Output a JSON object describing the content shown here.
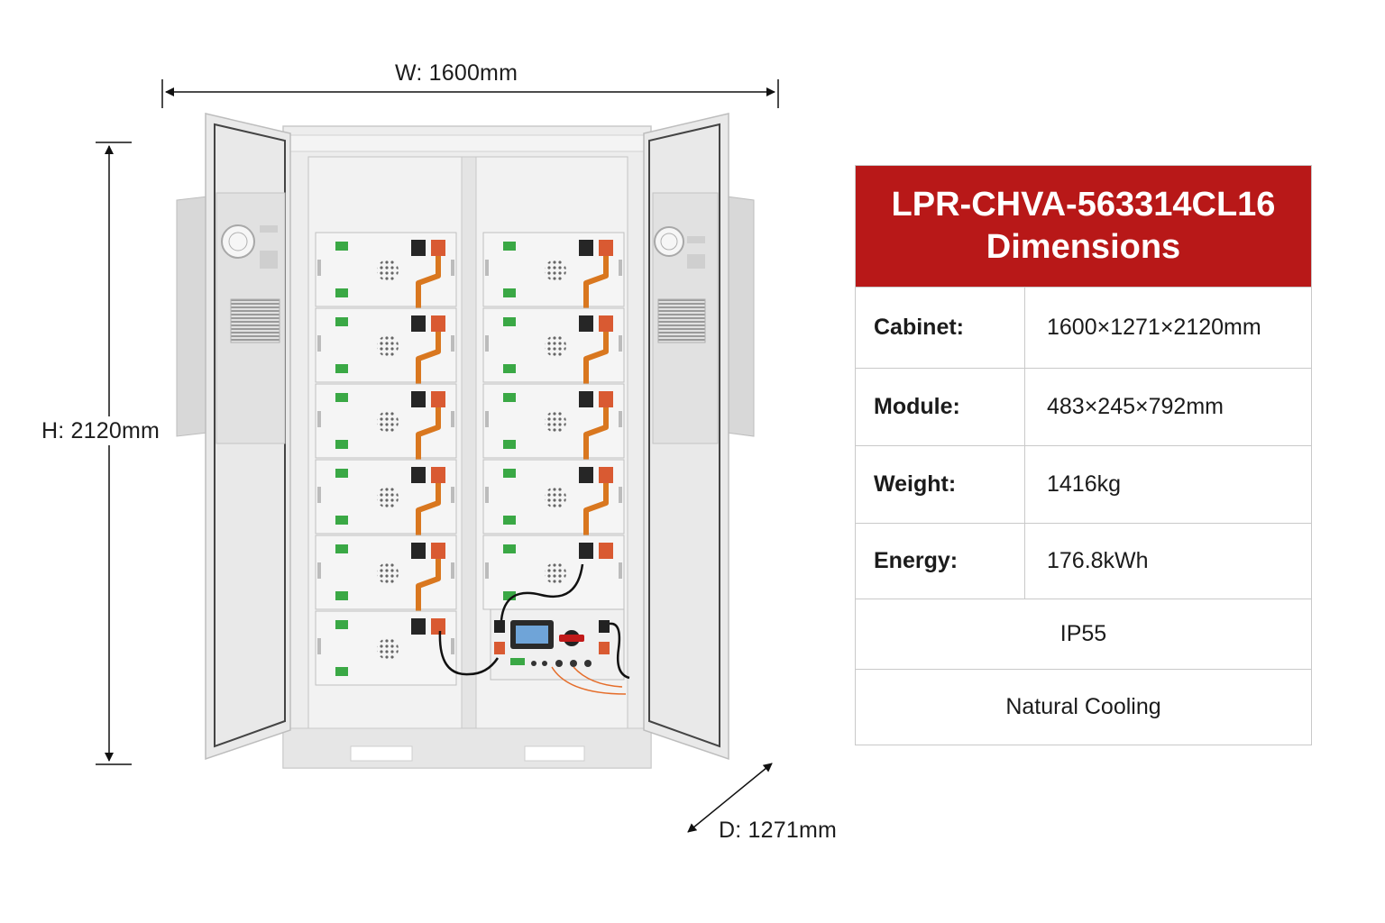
{
  "dimensions": {
    "width": "W: 1600mm",
    "height": "H: 2120mm",
    "depth": "D: 1271mm"
  },
  "spec_table": {
    "title_line1": "LPR-CHVA-563314CL16",
    "title_line2": "Dimensions",
    "rows": [
      {
        "label": "Cabinet:",
        "value": "1600×1271×2120mm"
      },
      {
        "label": "Module:",
        "value": "483×245×792mm"
      },
      {
        "label": "Weight:",
        "value": "1416kg"
      },
      {
        "label": "Energy:",
        "value": "176.8kWh"
      }
    ],
    "features": [
      "IP55",
      "Natural Cooling"
    ]
  },
  "colors": {
    "header_red": "#b81818",
    "busbar_orange": "#d9771f",
    "terminal_orange": "#d95a32",
    "terminal_green": "#3aa845"
  }
}
